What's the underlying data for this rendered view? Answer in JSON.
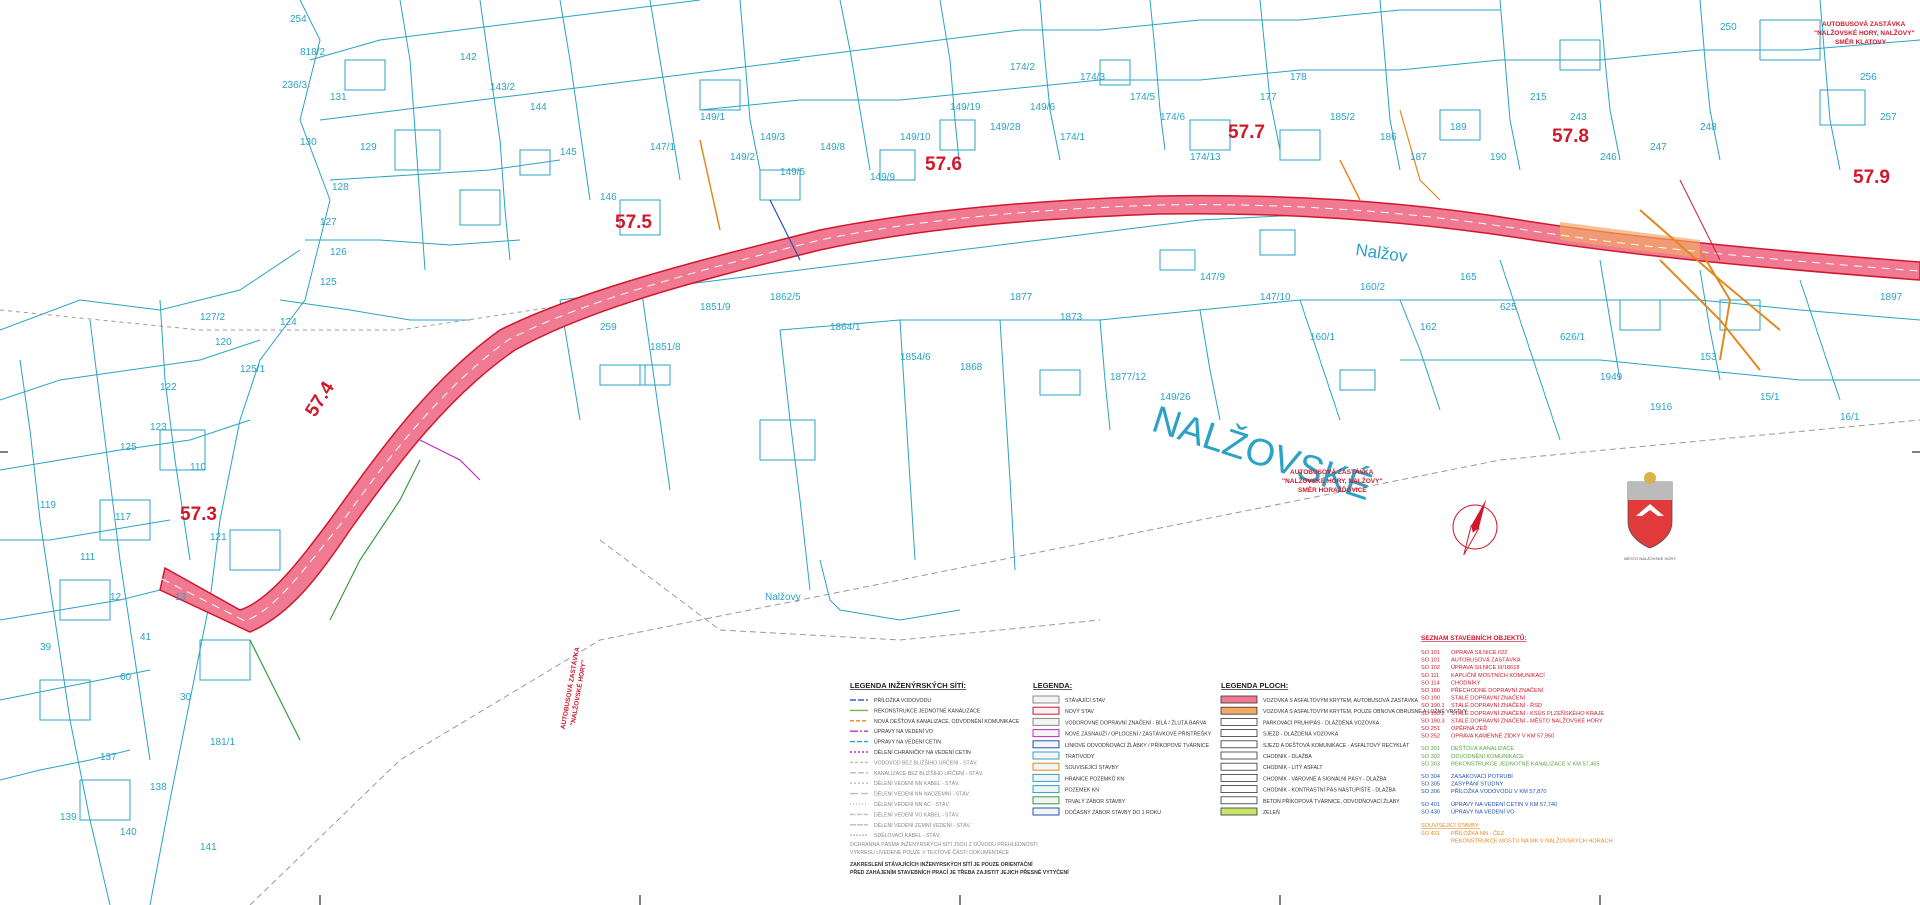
{
  "place": {
    "name_large": "NALŽOVSKÉ",
    "village_label": "Nalžovy",
    "street_label": "Nalžov"
  },
  "km_markers": [
    {
      "label": "57.3"
    },
    {
      "label": "57.4"
    },
    {
      "label": "57.5"
    },
    {
      "label": "57.6"
    },
    {
      "label": "57.7"
    },
    {
      "label": "57.8"
    },
    {
      "label": "57.9"
    }
  ],
  "parcels": [
    "254",
    "818/2",
    "236/3",
    "131",
    "130",
    "129",
    "128",
    "127",
    "126",
    "125",
    "124",
    "120",
    "127/2",
    "125/1",
    "122",
    "123",
    "125",
    "110",
    "119",
    "117",
    "121",
    "111",
    "12",
    "13",
    "41",
    "39",
    "60",
    "30",
    "181/1",
    "137",
    "138",
    "139",
    "140",
    "141",
    "142",
    "143/2",
    "144",
    "145",
    "146",
    "147/1",
    "149/1",
    "149/2",
    "149/3",
    "149/5",
    "149/8",
    "149/9",
    "149/10",
    "149/19",
    "149/28",
    "149/6",
    "174/1",
    "174/2",
    "174/3",
    "174/5",
    "174/6",
    "174/13",
    "177",
    "178",
    "185/2",
    "186",
    "187",
    "189",
    "190",
    "215",
    "243",
    "246",
    "247",
    "248",
    "250",
    "256",
    "257",
    "259",
    "1851/8",
    "1851/9",
    "1862/5",
    "1864/1",
    "1854/6",
    "1868",
    "1877",
    "1873",
    "1877/12",
    "149/26",
    "147/9",
    "147/10",
    "160/1",
    "160/2",
    "162",
    "165",
    "625",
    "626/1",
    "1949",
    "1916",
    "153",
    "15/1",
    "16/1",
    "1897"
  ],
  "annotations": {
    "bus_stop_top": [
      "AUTOBUSOVÁ ZASTÁVKA",
      "\"NALŽOVSKÉ HORY, NALŽOVY\"",
      "SMĚR KLATOVY"
    ],
    "bus_stop_mid": [
      "AUTOBUSOVÁ ZASTÁVKA",
      "\"NALŽOVSKÉ HORY, NALŽOVY\"",
      "SMĚR HORAŽĎOVICE"
    ],
    "bus_stop_left": [
      "AUTOBUSOVÁ ZASTÁVKA",
      "\"NALŽOVSKÉ HORY\""
    ],
    "crest_caption": "MĚSTO NALŽOVSKÉ HORY"
  },
  "legend_networks": {
    "title": "LEGENDA INŽENÝRSKÝCH SÍTÍ:",
    "items": [
      {
        "label": "PŘÍLOŽKA VODOVODU",
        "color": "#3a5bd1",
        "dash": "6 2"
      },
      {
        "label": "REKONSTRUKCE JEDNOTNÉ KANALIZACE",
        "color": "#6fb83a",
        "dash": ""
      },
      {
        "label": "NOVÁ DEŠŤOVÁ KANALIZACE, ODVODNĚNÍ KOMUNIKACE",
        "color": "#e08a1e",
        "dash": "4 2"
      },
      {
        "label": "ÚPRAVY NA VEDENÍ VO",
        "color": "#c02bc9",
        "dash": "8 2 2 2"
      },
      {
        "label": "ÚPRAVY NA VEDENÍ CETIN",
        "color": "#2aa3c4",
        "dash": "5 2"
      },
      {
        "label": "DĚLENÍ CHRÁNIČKY NA VEDENÍ CETIN",
        "color": "#c02bc9",
        "dash": "2 2"
      },
      {
        "label": "VODOVOD BEZ BLIŽŠÍHO URČENÍ - STÁV.",
        "color": "#bbbbbb",
        "dash": "3 2"
      },
      {
        "label": "KANALIZACE BEZ BLIŽŠÍHO URČENÍ - STÁV.",
        "color": "#bbbbbb",
        "dash": "6 2"
      },
      {
        "label": "DĚLENÍ VEDENÍ NN KABEL - STÁV.",
        "color": "#bbbbbb",
        "dash": "2 2"
      },
      {
        "label": "DĚLENÍ VEDENÍ NN NADZEMNÍ - STÁV.",
        "color": "#bbbbbb",
        "dash": "8 3"
      },
      {
        "label": "DĚLENÍ VEDENÍ NN AĆ - STÁV.",
        "color": "#bbbbbb",
        "dash": "1 2"
      },
      {
        "label": "DĚLENÍ VEDENÍ VO KABEL - STÁV.",
        "color": "#bbbbbb",
        "dash": "4 1 1 1"
      },
      {
        "label": "DĚLENÍ VEDENÍ ZEMNÍ VEDENÍ - STÁV.",
        "color": "#bbbbbb",
        "dash": "6 1"
      },
      {
        "label": "SDĚLOVACÍ KABEL - STÁV.",
        "color": "#bbbbbb",
        "dash": "2 1"
      }
    ],
    "notes": [
      "OCHRANNÁ PÁSMA INŽENÝRSKÝCH SÍTÍ JSOU Z DŮVODU PŘEHLEDNOSTI",
      "VÝKRESU UVEDENÉ POUZE V TEXTOVÉ ČÁSTI DOKUMENTACE",
      "ZAKRESLENÍ STÁVAJÍCÍCH INŽENÝRSKÝCH SÍTÍ JE POUZE ORIENTAČNÍ",
      "PŘED ZAHÁJENÍM STAVEBNÍCH PRACÍ JE TŘEBA ZAJISTIT JEJICH PŘESNÉ VYTYČENÍ"
    ]
  },
  "legend_main": {
    "title": "LEGENDA:",
    "items": [
      {
        "label": "STÁVAJÍCÍ STAV",
        "color": "#888888"
      },
      {
        "label": "NOVÝ STAV",
        "color": "#d1182b"
      },
      {
        "label": "VODOROVNÉ DOPRAVNÍ ZNAČENÍ - BÍLÁ / ŽLUTÁ BARVA",
        "color": "#888888"
      },
      {
        "label": "NOVÉ ZÁSNAUŽÍ / OPLOCENÍ / ZASTÁVKOVÉ PŘÍSTŘEŠKY",
        "color": "#c02bc9"
      },
      {
        "label": "LINIOVÉ ODVODŇOVACÍ ŽLÁBKY / PŘÍKOPOVÉ TVÁRNICE",
        "color": "#2351b8"
      },
      {
        "label": "TRATIVODY",
        "color": "#2aa3c4"
      },
      {
        "label": "SOUVISEJÍCÍ STAVBY",
        "color": "#e08a1e"
      },
      {
        "label": "HRANICE POZEMKŮ KN",
        "color": "#2aa3c4"
      },
      {
        "label": "POZEMEK KN",
        "color": "#2aa3c4"
      },
      {
        "label": "TRVALÝ ZÁBOR STAVBY",
        "color": "#3a9a3a"
      },
      {
        "label": "DOČASNÝ ZÁBOR STAVBY DO 1 ROKU",
        "color": "#2351b8"
      }
    ]
  },
  "legend_areas": {
    "title": "LEGENDA PLOCH:",
    "items": [
      {
        "label": "VOZOVKA S ASFALTOVÝM KRYTEM, AUTOBUSOVÁ ZASTÁVKA",
        "color": "#f07a92"
      },
      {
        "label": "VOZOVKA S ASFALTOVÝM KRYTEM, POUZE OBNOVA OBRUSNÉ A LOŽNÉ VRSTVY",
        "color": "#f2a867"
      },
      {
        "label": "PARKOVACÍ PRUH/PÁS - DLÁŽDĚNÁ VOZOVKA",
        "color": "#ffffff"
      },
      {
        "label": "SJEZD - DLÁŽDĚNÁ VOZOVKA",
        "color": "#ffffff"
      },
      {
        "label": "SJEZD A DEŠŤOVÁ KOMUNIKACE - ASFALTOVÝ RECYKLÁT",
        "color": "#ffffff"
      },
      {
        "label": "CHODNÍK - DLAŽBA",
        "color": "#ffffff"
      },
      {
        "label": "CHODNÍK - LITÝ ASFALT",
        "color": "#ffffff"
      },
      {
        "label": "CHODNÍK - VAROVNÉ A SIGNÁLNÍ PÁSY - DLAŽBA",
        "color": "#ffffff"
      },
      {
        "label": "CHODNÍK - KONTRASTNÍ PÁS NÁSTUPIŠTĚ - DLAŽBA",
        "color": "#ffffff"
      },
      {
        "label": "BETON PŘÍKOPOVÁ TVÁRNICE, ODVODŇOVACÍ ŽLABY",
        "color": "#ffffff"
      },
      {
        "label": "ZELEŇ",
        "color": "#c9e66b"
      }
    ]
  },
  "objects_list": {
    "title": "SEZNAM STAVEBNÍCH OBJEKTŮ:",
    "items": [
      {
        "code": "SO 101",
        "label": "OPRAVA SILNICE I/22",
        "color": "red"
      },
      {
        "code": "SO 101",
        "label": "AUTOBUSOVÁ ZASTÁVKA",
        "color": "red"
      },
      {
        "code": "SO 102",
        "label": "ÚPRAVA SILNICE III/18618",
        "color": "red"
      },
      {
        "code": "SO 111",
        "label": "KAPLIČNÍ MOSTNÍCH KOMUNIKACÍ",
        "color": "red"
      },
      {
        "code": "SO 114",
        "label": "CHODNÍKY",
        "color": "red"
      },
      {
        "code": "SO 180",
        "label": "PŘECHODNÉ DOPRAVNÍ ZNAČENÍ",
        "color": "red"
      },
      {
        "code": "SO 190",
        "label": "STÁLÉ DOPRAVNÍ ZNAČENÍ",
        "color": "red"
      },
      {
        "code": "SO 190.1",
        "label": "STÁLÉ DOPRAVNÍ ZNAČENÍ - ŘSD",
        "color": "red"
      },
      {
        "code": "SO 190.2",
        "label": "STÁLÉ DOPRAVNÍ ZNAČENÍ - KSÚS PLZEŇSKÉHO KRAJE",
        "color": "red"
      },
      {
        "code": "SO 190.3",
        "label": "STÁLÉ DOPRAVNÍ ZNAČENÍ - MĚSTO NALŽOVSKÉ HORY",
        "color": "red"
      },
      {
        "code": "SO 251",
        "label": "OPĚRNÁ ZEĎ",
        "color": "red"
      },
      {
        "code": "SO 252",
        "label": "OPRAVA KAMENNÉ ZÍDKY V KM 57,950",
        "color": "red"
      },
      {
        "code": "SO 301",
        "label": "DEŠŤOVÁ KANALIZACE",
        "color": "green"
      },
      {
        "code": "SO 302",
        "label": "ODVODNĚNÍ KOMUNIKACE",
        "color": "green"
      },
      {
        "code": "SO 303",
        "label": "REKONSTRUKCE JEDNOTNÉ KANALIZACE V KM 57,465",
        "color": "green"
      },
      {
        "code": "SO 304",
        "label": "ZASAKOVACÍ POTRUBÍ",
        "color": "blue"
      },
      {
        "code": "SO 305",
        "label": "ZASYPÁNÍ STUDNY",
        "color": "blue"
      },
      {
        "code": "SO 306",
        "label": "PŘÍLOŽKA VODOVODU V KM 57,870",
        "color": "blue"
      },
      {
        "code": "SO 401",
        "label": "ÚPRAVY NA VEDENÍ CETIN V KM 57,740",
        "color": "blue"
      },
      {
        "code": "SO 430",
        "label": "ÚPRAVY NA VEDENÍ VO",
        "color": "blue"
      }
    ],
    "related_title": "SOUVISEJÍCÍ STAVBY:",
    "related": [
      {
        "code": "SO 431",
        "label": "PŘÍLOŽKA NN - ČEZ",
        "color": "orange"
      },
      {
        "code": "",
        "label": "REKONSTRUKCE MOSTU NA MK V NALŽOVSKÝCH HORÁCH",
        "color": "orange"
      }
    ]
  },
  "colors": {
    "road_fill": "#f07a92",
    "road_edge": "#d1182b",
    "parcel_line": "#2aa3c4",
    "asphalt_overlay": "#f2a867"
  }
}
